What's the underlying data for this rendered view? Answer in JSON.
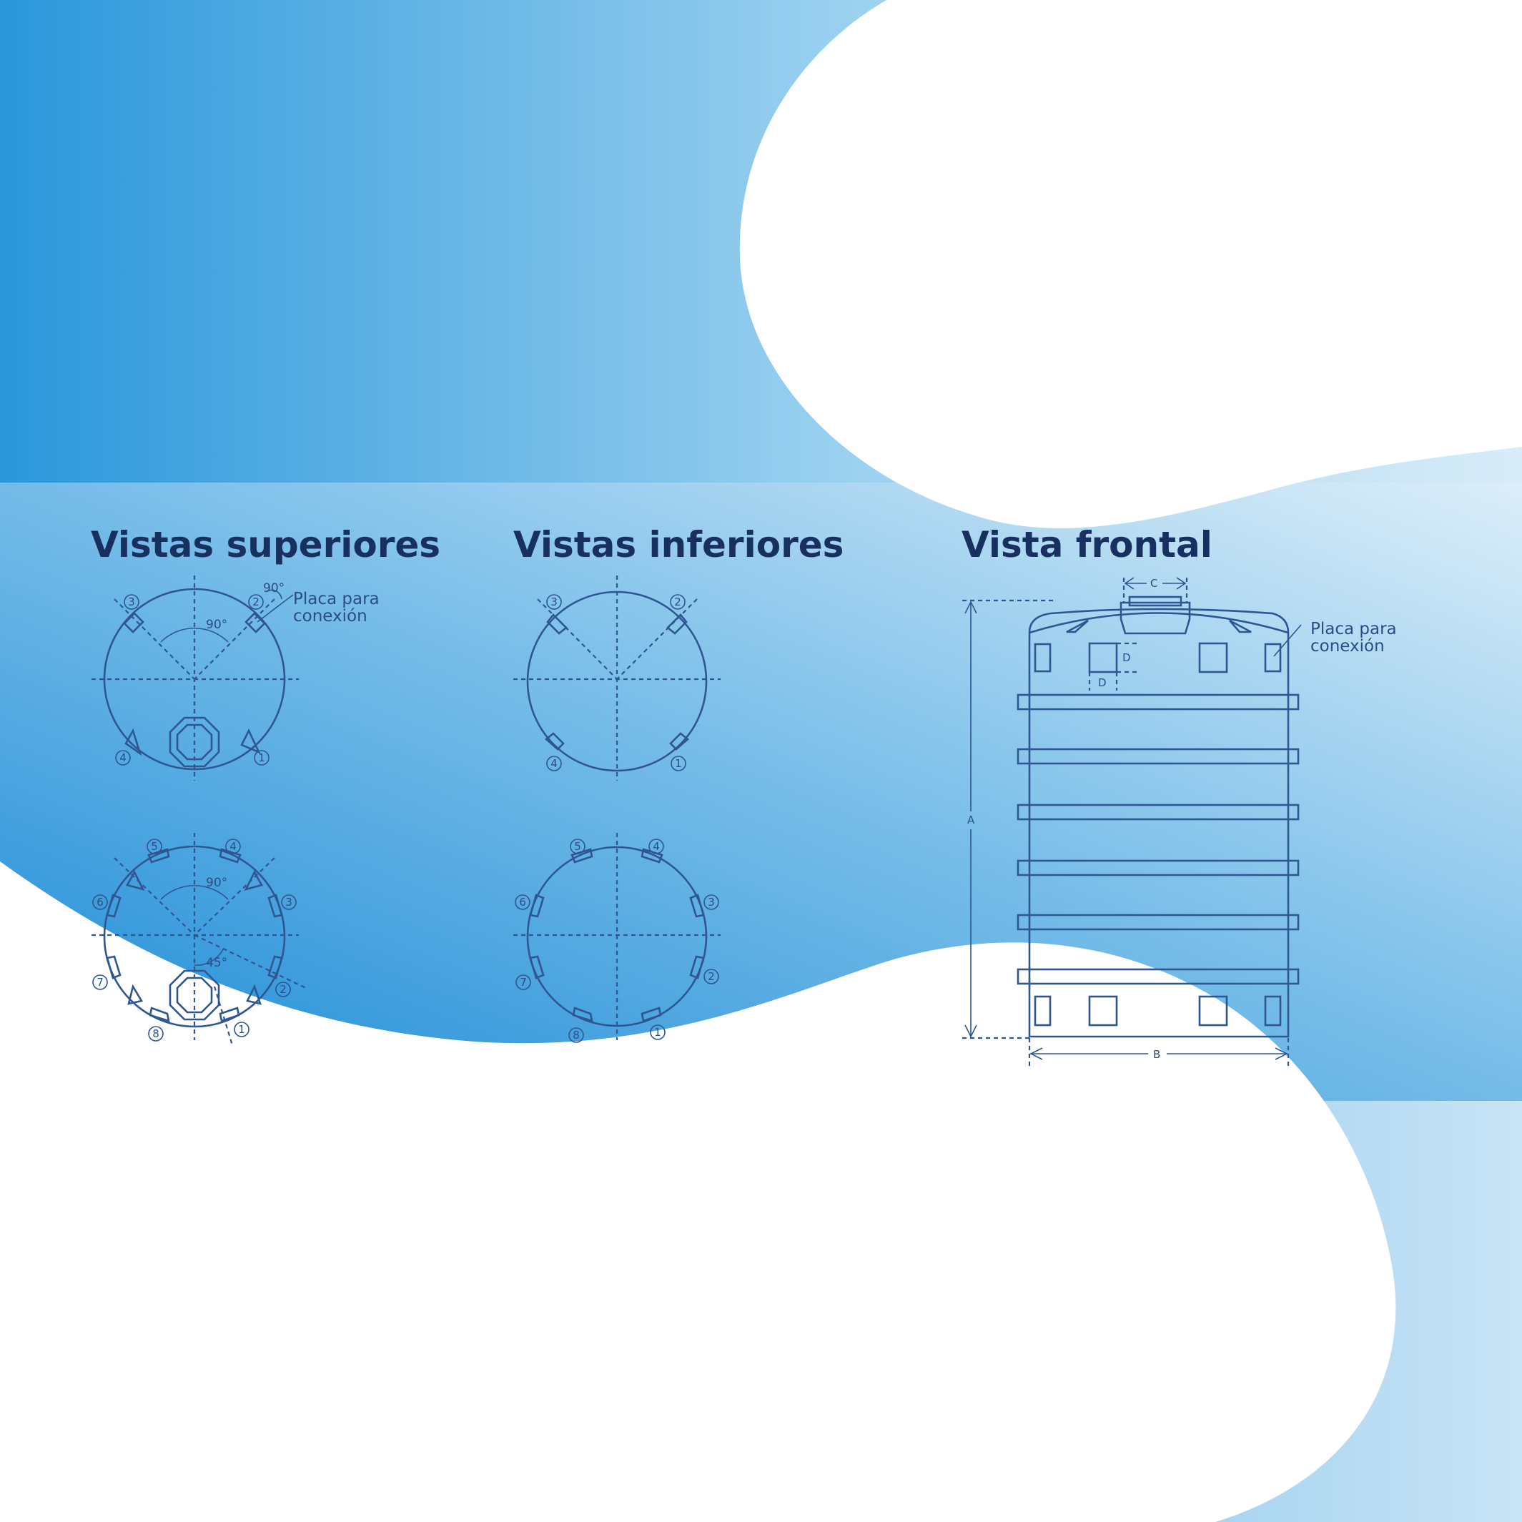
{
  "titles": {
    "top": "Vistas superiores",
    "bottom": "Vistas inferiores",
    "front": "Vista frontal"
  },
  "callouts": {
    "top": {
      "line1": "Placa para",
      "line2": "conexión"
    },
    "front": {
      "line1": "Placa para",
      "line2": "conexión"
    }
  },
  "angles": {
    "a90_outer": "90°",
    "a90_inner": "90°",
    "a90_lower": "90°",
    "a45": "45°"
  },
  "markers_4": [
    "1",
    "2",
    "3",
    "4"
  ],
  "markers_8": [
    "1",
    "2",
    "3",
    "4",
    "5",
    "6",
    "7",
    "8"
  ],
  "dimensions": {
    "a": "A",
    "b": "B",
    "c": "C",
    "d1": "D",
    "d2": "D"
  },
  "colors": {
    "deep_blue": "#1a8fd9",
    "light_blue": "#cce6f6",
    "line": "#2e5692",
    "title": "#18305f"
  }
}
